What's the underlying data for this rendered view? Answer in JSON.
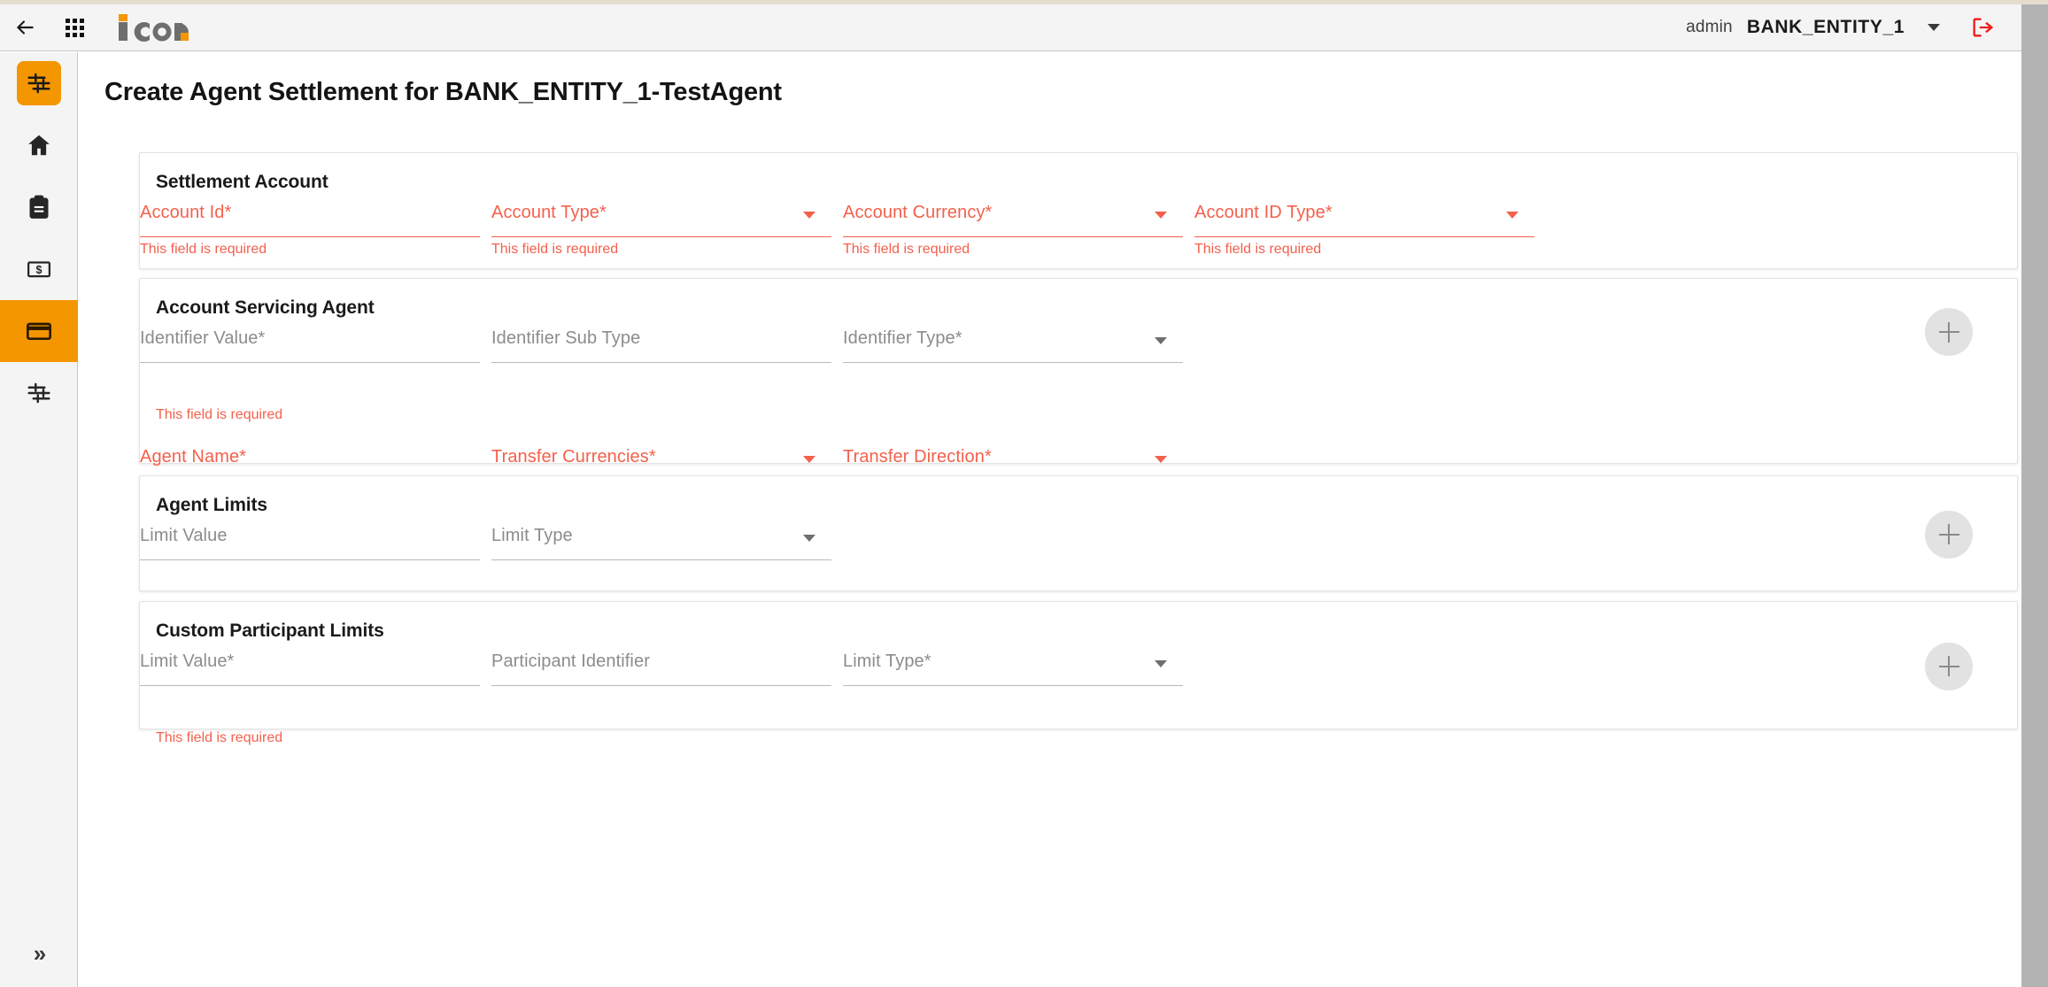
{
  "header": {
    "back_icon": "back-arrow-icon",
    "apps_icon": "apps-grid-icon",
    "logo_text": "icon",
    "user": "admin",
    "entity": "BANK_ENTITY_1",
    "entity_caret_icon": "chevron-down-icon",
    "logout_icon": "logout-icon"
  },
  "sidebar": {
    "expand_label": "»",
    "items": [
      {
        "name": "settings-tune",
        "icon": "tune-sliders-icon",
        "active": true,
        "style": "chip"
      },
      {
        "name": "home",
        "icon": "home-icon",
        "active": false,
        "style": "plain"
      },
      {
        "name": "reports",
        "icon": "clipboard-icon",
        "active": false,
        "style": "plain"
      },
      {
        "name": "payments",
        "icon": "money-note-icon",
        "active": false,
        "style": "plain"
      },
      {
        "name": "settlements",
        "icon": "credit-card-icon",
        "active": true,
        "style": "bar"
      },
      {
        "name": "preferences",
        "icon": "tune-sliders-icon",
        "active": false,
        "style": "plain"
      }
    ]
  },
  "main": {
    "page_title": "Create Agent Settlement for BANK_ENTITY_1-TestAgent",
    "error_text": "This field is required",
    "cards": [
      {
        "title": "Settlement Account",
        "has_add": false,
        "rows": [
          {
            "fields": [
              {
                "label": "Account Id*",
                "type": "text",
                "error": true
              },
              {
                "label": "Account Type*",
                "type": "select",
                "error": true
              },
              {
                "label": "Account Currency*",
                "type": "select",
                "error": true
              },
              {
                "label": "Account ID Type*",
                "type": "select",
                "error": true
              }
            ]
          }
        ]
      },
      {
        "title": "Account Servicing Agent",
        "has_add": true,
        "rows": [
          {
            "fields": [
              {
                "label": "Identifier Value*",
                "type": "text",
                "error": false,
                "error_below": true
              },
              {
                "label": "Identifier Sub Type",
                "type": "text",
                "error": false,
                "error_below": false
              },
              {
                "label": "Identifier Type*",
                "type": "select",
                "error": false,
                "error_below": false
              }
            ]
          },
          {
            "fields": [
              {
                "label": "Agent Name*",
                "type": "text",
                "error": true
              },
              {
                "label": "Transfer Currencies*",
                "type": "select",
                "error": true
              },
              {
                "label": "Transfer Direction*",
                "type": "select",
                "error": true
              }
            ]
          }
        ]
      },
      {
        "title": "Agent Limits",
        "has_add": true,
        "rows": [
          {
            "fields": [
              {
                "label": "Limit Value",
                "type": "text",
                "error": false
              },
              {
                "label": "Limit Type",
                "type": "select",
                "error": false
              }
            ]
          }
        ]
      },
      {
        "title": "Custom Participant Limits",
        "has_add": true,
        "rows": [
          {
            "fields": [
              {
                "label": "Limit Value*",
                "type": "text",
                "error": false,
                "error_below": true
              },
              {
                "label": "Participant Identifier",
                "type": "text",
                "error": false,
                "error_below": false
              },
              {
                "label": "Limit Type*",
                "type": "select",
                "error": false,
                "error_below": false
              }
            ]
          }
        ]
      }
    ]
  },
  "colors": {
    "brand_orange": "#f49600",
    "error_red": "#f4604c",
    "logout_red": "#f01c1c",
    "label_gray": "#8c8c8c"
  }
}
